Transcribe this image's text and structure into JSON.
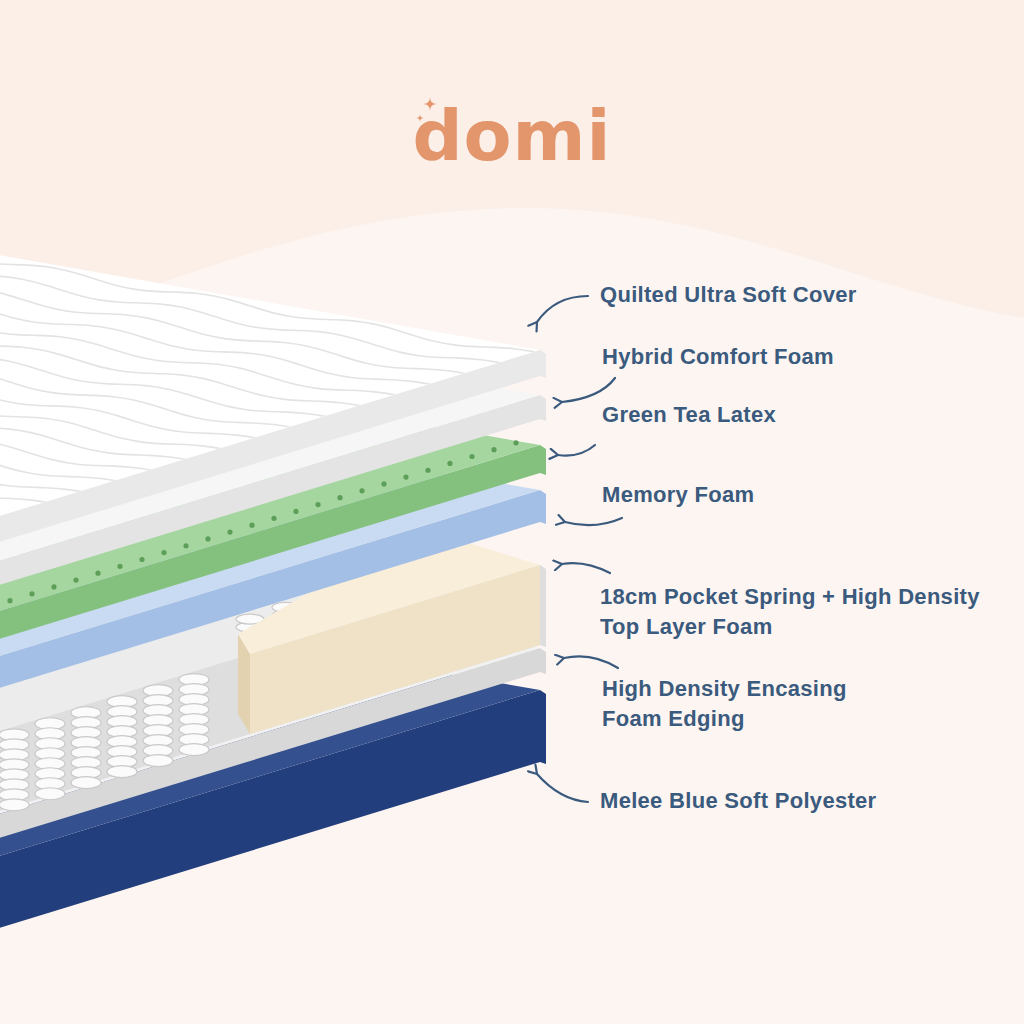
{
  "diagram": {
    "title": "domi",
    "labels": [
      "Quilted Ultra Soft Cover",
      "Hybrid Comfort Foam",
      "Green Tea Latex",
      "Memory Foam",
      "18cm Pocket Spring + High Density Top Layer Foam",
      "High Density Encasing Foam Edging",
      "Melee Blue Soft Polyester"
    ]
  }
}
